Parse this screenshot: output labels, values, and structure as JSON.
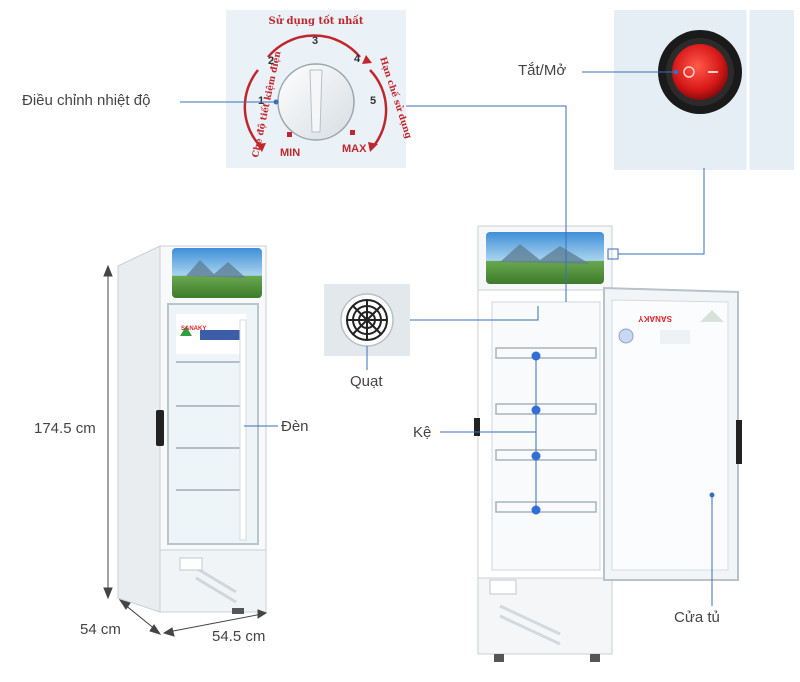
{
  "labels": {
    "temp_control": "Điều chỉnh nhiệt độ",
    "power": "Tắt/Mở",
    "fan": "Quạt",
    "light": "Đèn",
    "shelf": "Kệ",
    "door": "Cửa tủ"
  },
  "dimensions": {
    "height": "174.5 cm",
    "depth": "54 cm",
    "width": "54.5 cm"
  },
  "dial": {
    "top_arc": "Sử dụng tốt nhất",
    "left_arc": "Chế độ tiết kiệm điện",
    "right_arc": "Hạn chế sử dụng",
    "numbers": [
      "1",
      "2",
      "3",
      "4",
      "5"
    ],
    "min": "MIN",
    "max": "MAX"
  },
  "brand": "SANAKY",
  "colors": {
    "dial_red": "#c0272d",
    "callout_line": "#3b6fb6",
    "shelf_dot": "#2f6fd6",
    "panel_bg": "#eaf2f7",
    "switch_red": "#e02020"
  }
}
